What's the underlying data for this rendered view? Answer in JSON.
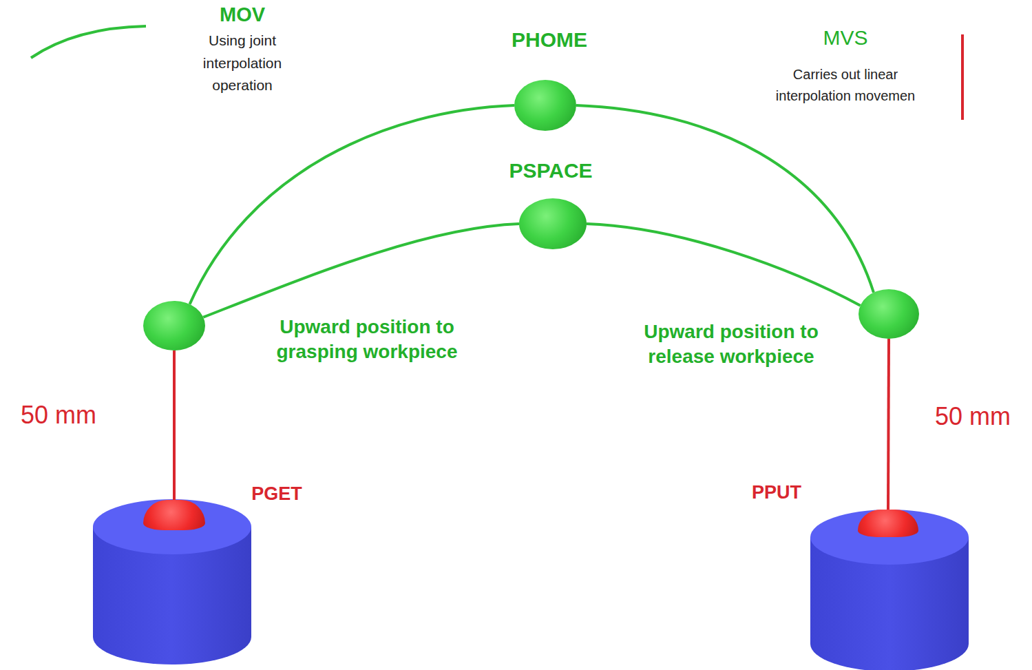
{
  "diagram": {
    "nodes": [
      {
        "text": [
          "PHOME"
        ]
      },
      {
        "text": [
          "PSPACE"
        ]
      },
      {
        "text": [
          "Upward position to grasping workpiece"
        ]
      },
      {
        "text": [
          "Upward position to release workpiece"
        ]
      },
      {
        "text": [
          "PGET"
        ]
      },
      {
        "text": [
          "PPUT"
        ]
      }
    ],
    "edges": [
      {
        "from": 2,
        "to": 0,
        "arrow": "none"
      },
      {
        "from": 0,
        "to": 3,
        "arrow": "none"
      },
      {
        "from": 2,
        "to": 1,
        "arrow": "none"
      },
      {
        "from": 1,
        "to": 3,
        "arrow": "none"
      },
      {
        "from": 2,
        "to": 4,
        "arrow": "none",
        "label": "50 mm"
      },
      {
        "from": 3,
        "to": 5,
        "arrow": "none",
        "label": "50 mm"
      }
    ],
    "labels": [
      "Using joint interpolation operation",
      "Carries out linear interpolation movemen"
    ],
    "legend": [
      {
        "text": "MOV"
      },
      {
        "text": "MVS"
      }
    ]
  }
}
